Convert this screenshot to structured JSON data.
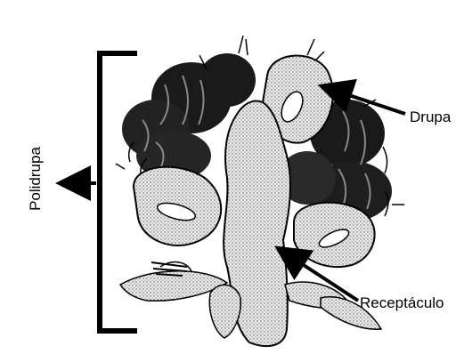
{
  "labels": {
    "drupa": "Drupa",
    "receptaculo": "Receptáculo",
    "polidrupa": "Polidrupa"
  },
  "colors": {
    "ink": "#000000",
    "stipple_fill": "#d9d9d9",
    "dark_drupelet": "#1a1a1a",
    "background": "#ffffff"
  }
}
